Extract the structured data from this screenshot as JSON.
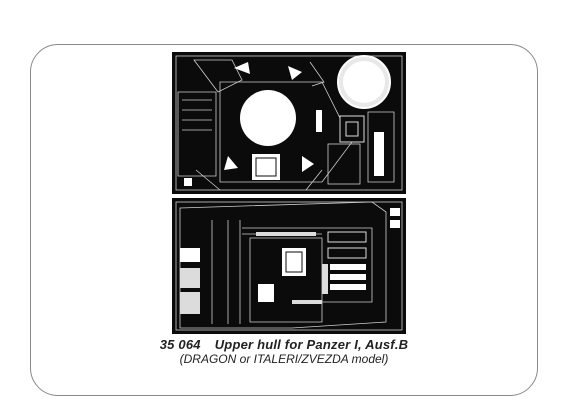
{
  "product": {
    "code": "35 064",
    "title": "Upper hull for Panzer I, Ausf.B",
    "subtitle": "(DRAGON or ITALERI/ZVEZDA model)"
  },
  "colors": {
    "fret": "#0b0b0b",
    "etch": "#d9d9d9",
    "frame": "#8a8a8a"
  }
}
